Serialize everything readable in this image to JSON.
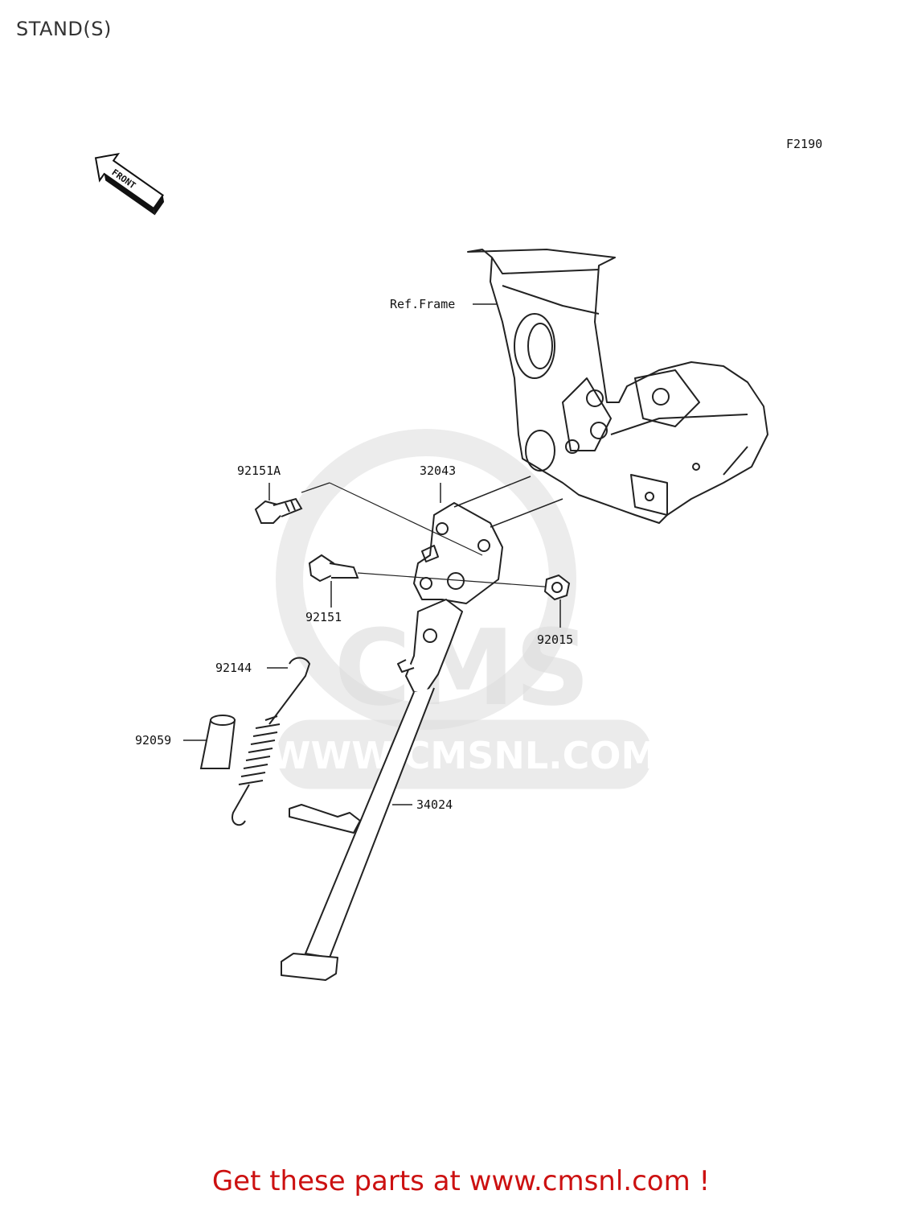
{
  "page": {
    "title": "STAND(S)"
  },
  "diagram": {
    "code": "F2190",
    "front_label": "FRONT",
    "ref_label": "Ref.Frame",
    "parts": [
      {
        "id": "92151A",
        "label": "92151A"
      },
      {
        "id": "32043",
        "label": "32043"
      },
      {
        "id": "92151",
        "label": "92151"
      },
      {
        "id": "92015",
        "label": "92015"
      },
      {
        "id": "92144",
        "label": "92144"
      },
      {
        "id": "92059",
        "label": "92059"
      },
      {
        "id": "34024",
        "label": "34024"
      }
    ]
  },
  "watermark": {
    "text": "WWW.CMSNL.COM",
    "logo": "CMS"
  },
  "cta": {
    "text": "Get these parts at www.cmsnl.com !"
  },
  "colors": {
    "cta": "#cc1111",
    "line": "#222222",
    "watermark": "#d9d9d9"
  }
}
